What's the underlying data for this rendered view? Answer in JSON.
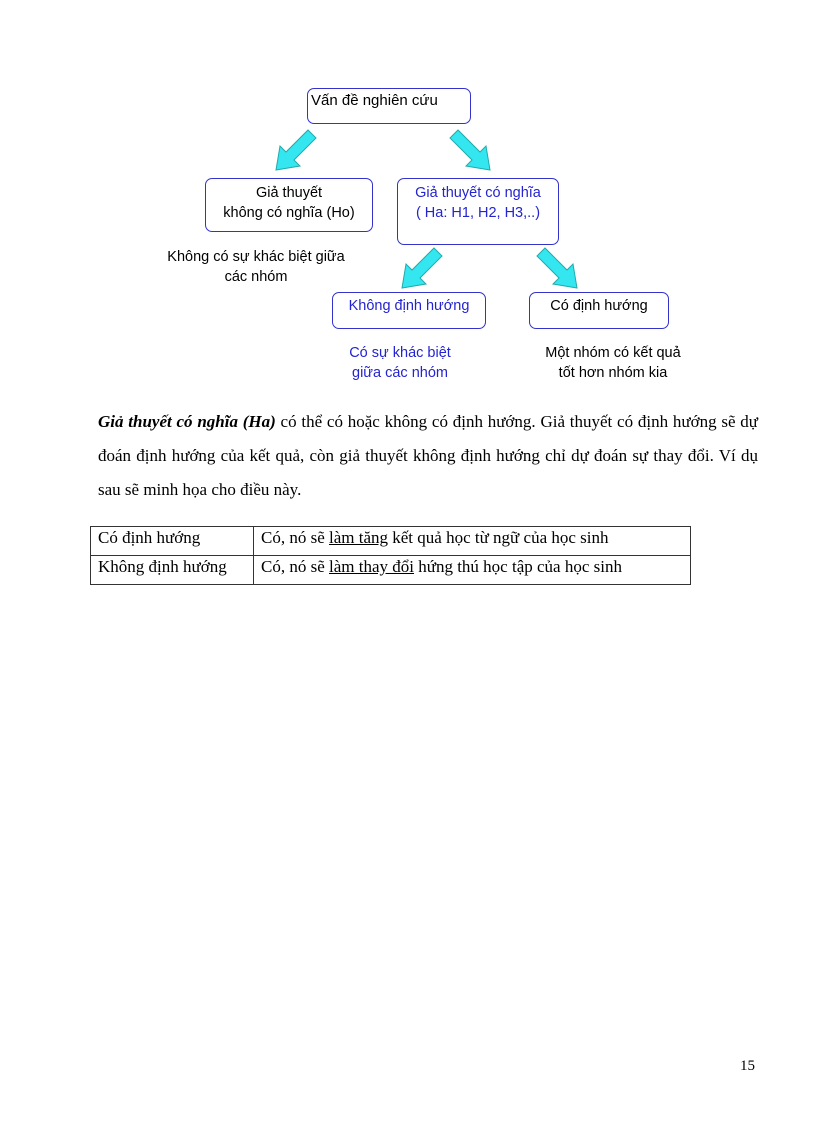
{
  "diagram": {
    "root": "Vấn đề nghiên cứu",
    "null_hypothesis": {
      "line1": "Giả thuyết",
      "line2": "không có nghĩa  (Ho)"
    },
    "null_note": {
      "line1": "Không có sự khác biệt giữa",
      "line2": "các nhóm"
    },
    "alt_hypothesis": {
      "line1": "Giả thuyết  có nghĩa",
      "line2": "( Ha:  H1, H2, H3,..)"
    },
    "non_directional": "Không định hướng",
    "non_directional_note": {
      "line1": "Có sự khác biệt",
      "line2": "giữa các nhóm"
    },
    "directional": "Có định hướng",
    "directional_note": {
      "line1": "Một nhóm có kết quả",
      "line2": "tốt hơn nhóm  kia"
    },
    "colors": {
      "box_border": "#3333cc",
      "blue_text": "#2424d0",
      "arrow_fill": "#33e6f0"
    }
  },
  "paragraph": {
    "lead": "Giả thuyết có nghĩa (Ha)",
    "rest": " có thể có hoặc không có định hướng. Giả thuyết có định hướng sẽ dự đoán định hướng của kết quả, còn giả thuyết không định hướng chỉ dự đoán sự thay đổi. Ví dụ sau sẽ minh họa cho điều này."
  },
  "table": {
    "rows": [
      {
        "label": "Có định hướng",
        "pre": "Có, nó sẽ ",
        "underlined": "làm tăng",
        "post": " kết quả học từ ngữ của học sinh"
      },
      {
        "label": "Không định hướng",
        "pre": "Có, nó sẽ ",
        "underlined": "làm thay đổi",
        "post": " hứng thú học tập của học sinh"
      }
    ]
  },
  "page_number": "15"
}
